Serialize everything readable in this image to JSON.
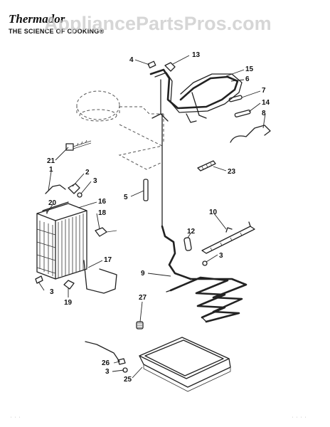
{
  "brand": {
    "logo_text": "Thermador",
    "tagline": "THE SCIENCE OF COOKING®"
  },
  "watermark": "AppliancePartsPros.com",
  "callouts": [
    "1",
    "2",
    "3",
    "4",
    "5",
    "6",
    "7",
    "8",
    "9",
    "10",
    "12",
    "13",
    "14",
    "15",
    "16",
    "17",
    "18",
    "19",
    "20",
    "21",
    "23",
    "25",
    "26",
    "27"
  ],
  "callout_labels": {
    "c1": "1",
    "c2": "2",
    "c3a": "3",
    "c3b": "3",
    "c3c": "3",
    "c3d": "3",
    "c4": "4",
    "c5": "5",
    "c6": "6",
    "c7": "7",
    "c8": "8",
    "c9": "9",
    "c10": "10",
    "c12": "12",
    "c13": "13",
    "c14": "14",
    "c15": "15",
    "c16": "16",
    "c17": "17",
    "c18": "18",
    "c19": "19",
    "c20": "20",
    "c21": "21",
    "c23": "23",
    "c25": "25",
    "c26": "26",
    "c27": "27"
  },
  "colors": {
    "line": "#222222",
    "watermark": "#c9c9c9"
  }
}
